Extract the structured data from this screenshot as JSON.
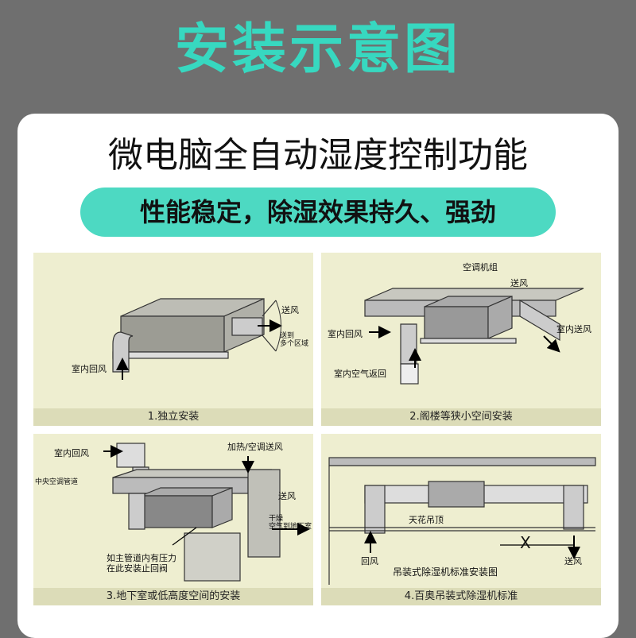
{
  "title": "安装示意图",
  "headline": "微电脑全自动湿度控制功能",
  "tagline": "性能稳定，除湿效果持久、强劲",
  "panels": [
    {
      "caption": "1.独立安装",
      "labels": {
        "return_air": "室内回风",
        "supply_air": "送风",
        "to_zones": "送到\n多个区域"
      }
    },
    {
      "caption": "2.阁楼等狭小空间安装",
      "labels": {
        "ac_unit": "空调机组",
        "supply_air": "送风",
        "indoor_return": "室内回风",
        "indoor_supply": "室内送风",
        "indoor_air_return": "室内空气返回"
      }
    },
    {
      "caption": "3.地下室或低高度空间的安装",
      "labels": {
        "indoor_return": "室内回风",
        "heating_ac": "加热/空调送风",
        "central_duct": "中央空调管道",
        "supply_air": "送风",
        "dry_air": "干燥\n空气到地下室",
        "note": "如主管道内有压力\n在此安装止回阀"
      }
    },
    {
      "caption": "4.百奥吊装式除湿机标准",
      "labels": {
        "ceiling": "天花吊顶",
        "x_mark": "X",
        "return_air": "回风",
        "supply_air": "送风",
        "standard": "吊装式除湿机标准安装图"
      }
    }
  ]
}
